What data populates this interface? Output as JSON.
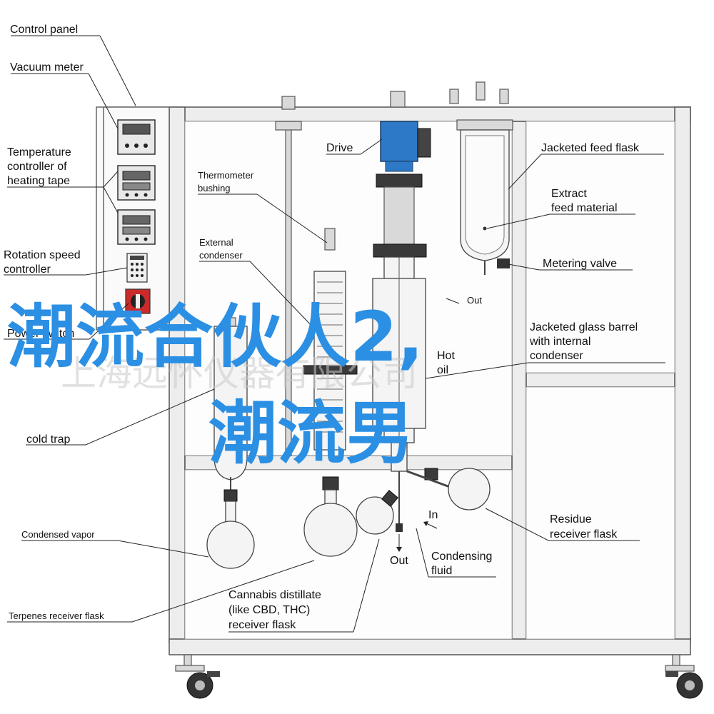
{
  "labels": {
    "control_panel": "Control panel",
    "vacuum_meter": "Vacuum meter",
    "temp_controller_1": "Temperature",
    "temp_controller_2": "controller of",
    "temp_controller_3": "heating tape",
    "rotation_1": "Rotation speed",
    "rotation_2": "controller",
    "power_switch": "Power switch",
    "thermometer_1": "Thermometer",
    "thermometer_2": "bushing",
    "external_1": "External",
    "external_2": "condenser",
    "drive": "Drive",
    "jacketed_feed_flask": "Jacketed feed flask",
    "extract_1": "Extract",
    "extract_2": "feed material",
    "metering_valve": "Metering valve",
    "out_top": "Out",
    "jacketed_barrel_1": "Jacketed glass barrel",
    "jacketed_barrel_2": "with internal",
    "jacketed_barrel_3": "condenser",
    "hot_1": "Hot",
    "hot_2": "oil",
    "cold_trap": "cold trap",
    "condensed_vapor": "Condensed vapor",
    "in_label": "In",
    "out_bottom": "Out",
    "residue_1": "Residue",
    "residue_2": "receiver flask",
    "condensing_1": "Condensing",
    "condensing_2": "fluid",
    "cannabis_1": "Cannabis distillate",
    "cannabis_2": "(like CBD, THC)",
    "cannabis_3": "receiver flask",
    "terpenes": "Terpenes receiver flask"
  },
  "overlay": {
    "line1": "潮流合伙人2,",
    "line2": "潮流男",
    "watermark": "上海远怀仪器有限公司",
    "color": "#2b8fe3"
  },
  "icons": {
    "drive_motor": "blue-motor-icon"
  }
}
